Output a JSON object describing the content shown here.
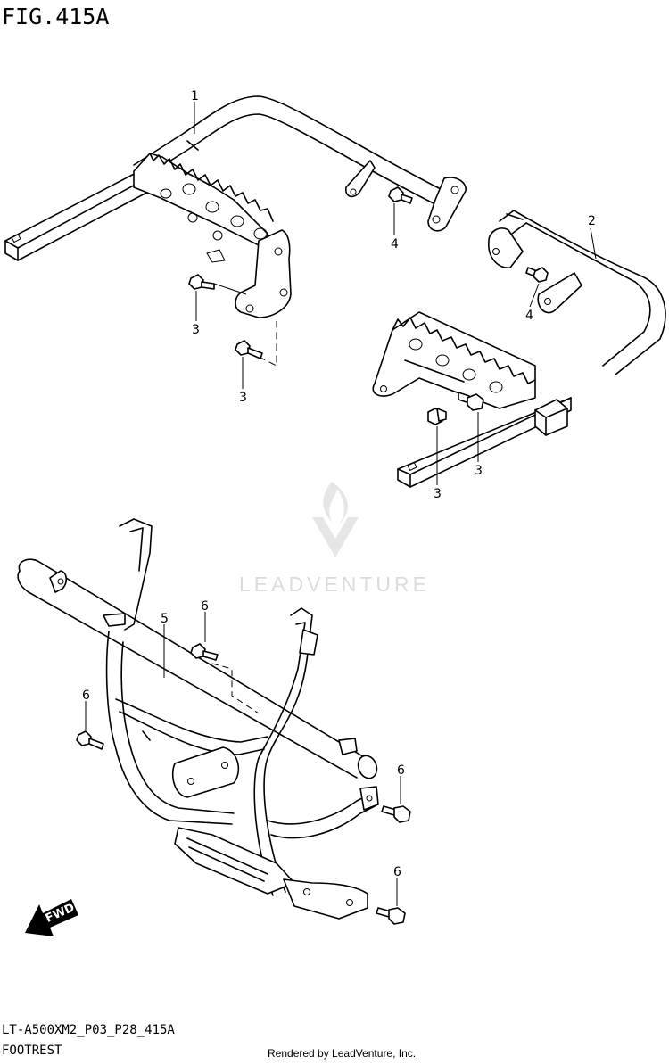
{
  "figure": {
    "title": "FIG.415A",
    "code": "LT-A500XM2_P03_P28_415A",
    "name": "FOOTREST",
    "rendered_by": "Rendered by LeadVenture, Inc."
  },
  "watermark": {
    "text": "LEADVENTURE"
  },
  "fwd_label": "FWD",
  "callouts": {
    "c1": "1",
    "c2": "2",
    "c3a": "3",
    "c3b": "3",
    "c3c": "3",
    "c3d": "3",
    "c4a": "4",
    "c4b": "4",
    "c5": "5",
    "c6a": "6",
    "c6b": "6",
    "c6c": "6",
    "c6d": "6"
  }
}
